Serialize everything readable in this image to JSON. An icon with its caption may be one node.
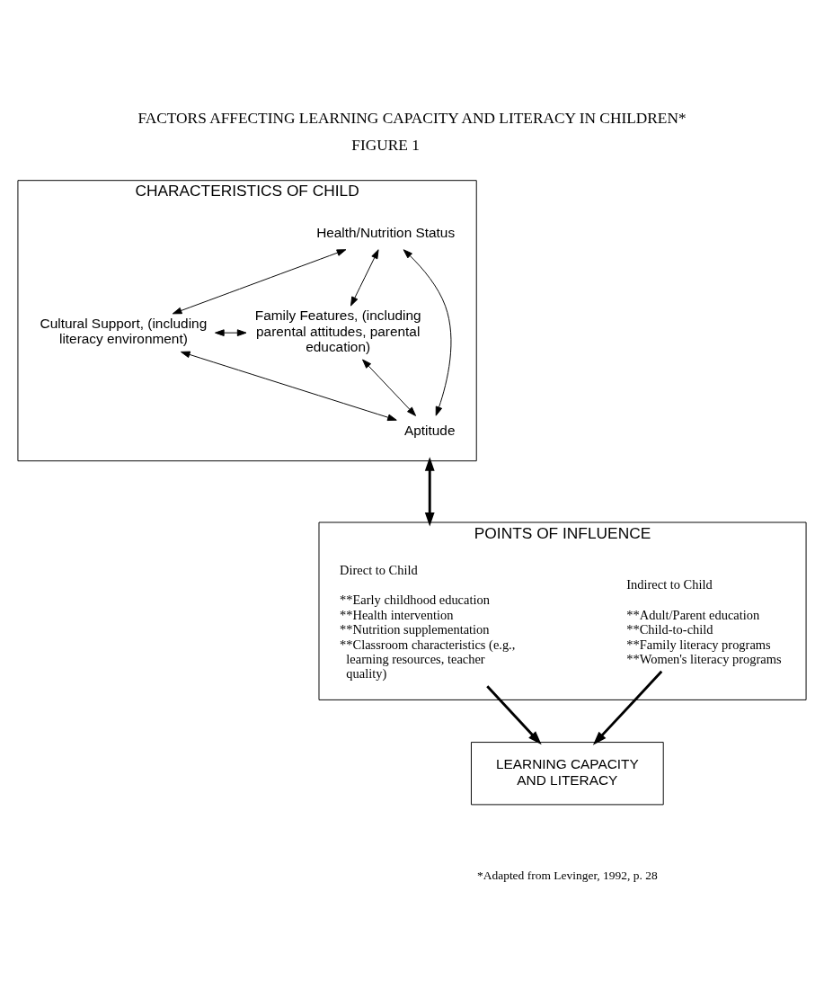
{
  "diagram": {
    "title": "FACTORS AFFECTING LEARNING CAPACITY AND LITERACY IN CHILDREN*",
    "caption": "*Adapted from Levinger, 1992, p. 28",
    "nodes": [
      {
        "text": [
          "CHARACTERISTICS OF CHILD"
        ]
      },
      {
        "text": [
          "Health/Nutrition Status"
        ],
        "in": 0
      },
      {
        "text": [
          "Cultural Support, (including literacy environment)"
        ],
        "in": 0
      },
      {
        "text": [
          "Family Features, (including parental attitudes, parental education)"
        ],
        "in": 0
      },
      {
        "text": [
          "Aptitude"
        ],
        "in": 0
      },
      {
        "text": [
          "POINTS OF INFLUENCE"
        ]
      },
      {
        "text": [
          "Direct to Child",
          "**Early childhood education",
          "**Health intervention",
          "**Nutrition supplementation",
          "**Classroom characteristics (e.g., learning resources, teacher quality)"
        ],
        "in": 5
      },
      {
        "text": [
          "Indirect to Child",
          "**Adult/Parent education",
          "**Child-to-child",
          "**Family literacy programs",
          "**Women's literacy programs"
        ],
        "in": 5
      },
      {
        "text": [
          "LEARNING CAPACITY AND LITERACY"
        ]
      }
    ],
    "edges": [
      {
        "from": 1,
        "to": 2,
        "arrow": "both"
      },
      {
        "from": 1,
        "to": 3,
        "arrow": "both"
      },
      {
        "from": 1,
        "to": 4,
        "arrow": "both"
      },
      {
        "from": 2,
        "to": 3,
        "arrow": "both"
      },
      {
        "from": 2,
        "to": 4,
        "arrow": "both"
      },
      {
        "from": 3,
        "to": 4,
        "arrow": "both"
      },
      {
        "from": 0,
        "to": 5,
        "arrow": "both",
        "style": "thick"
      },
      {
        "from": 6,
        "to": 8,
        "arrow": "to",
        "style": "thick"
      },
      {
        "from": 7,
        "to": 8,
        "arrow": "to",
        "style": "thick"
      }
    ],
    "labels": [
      "FIGURE 1"
    ]
  }
}
